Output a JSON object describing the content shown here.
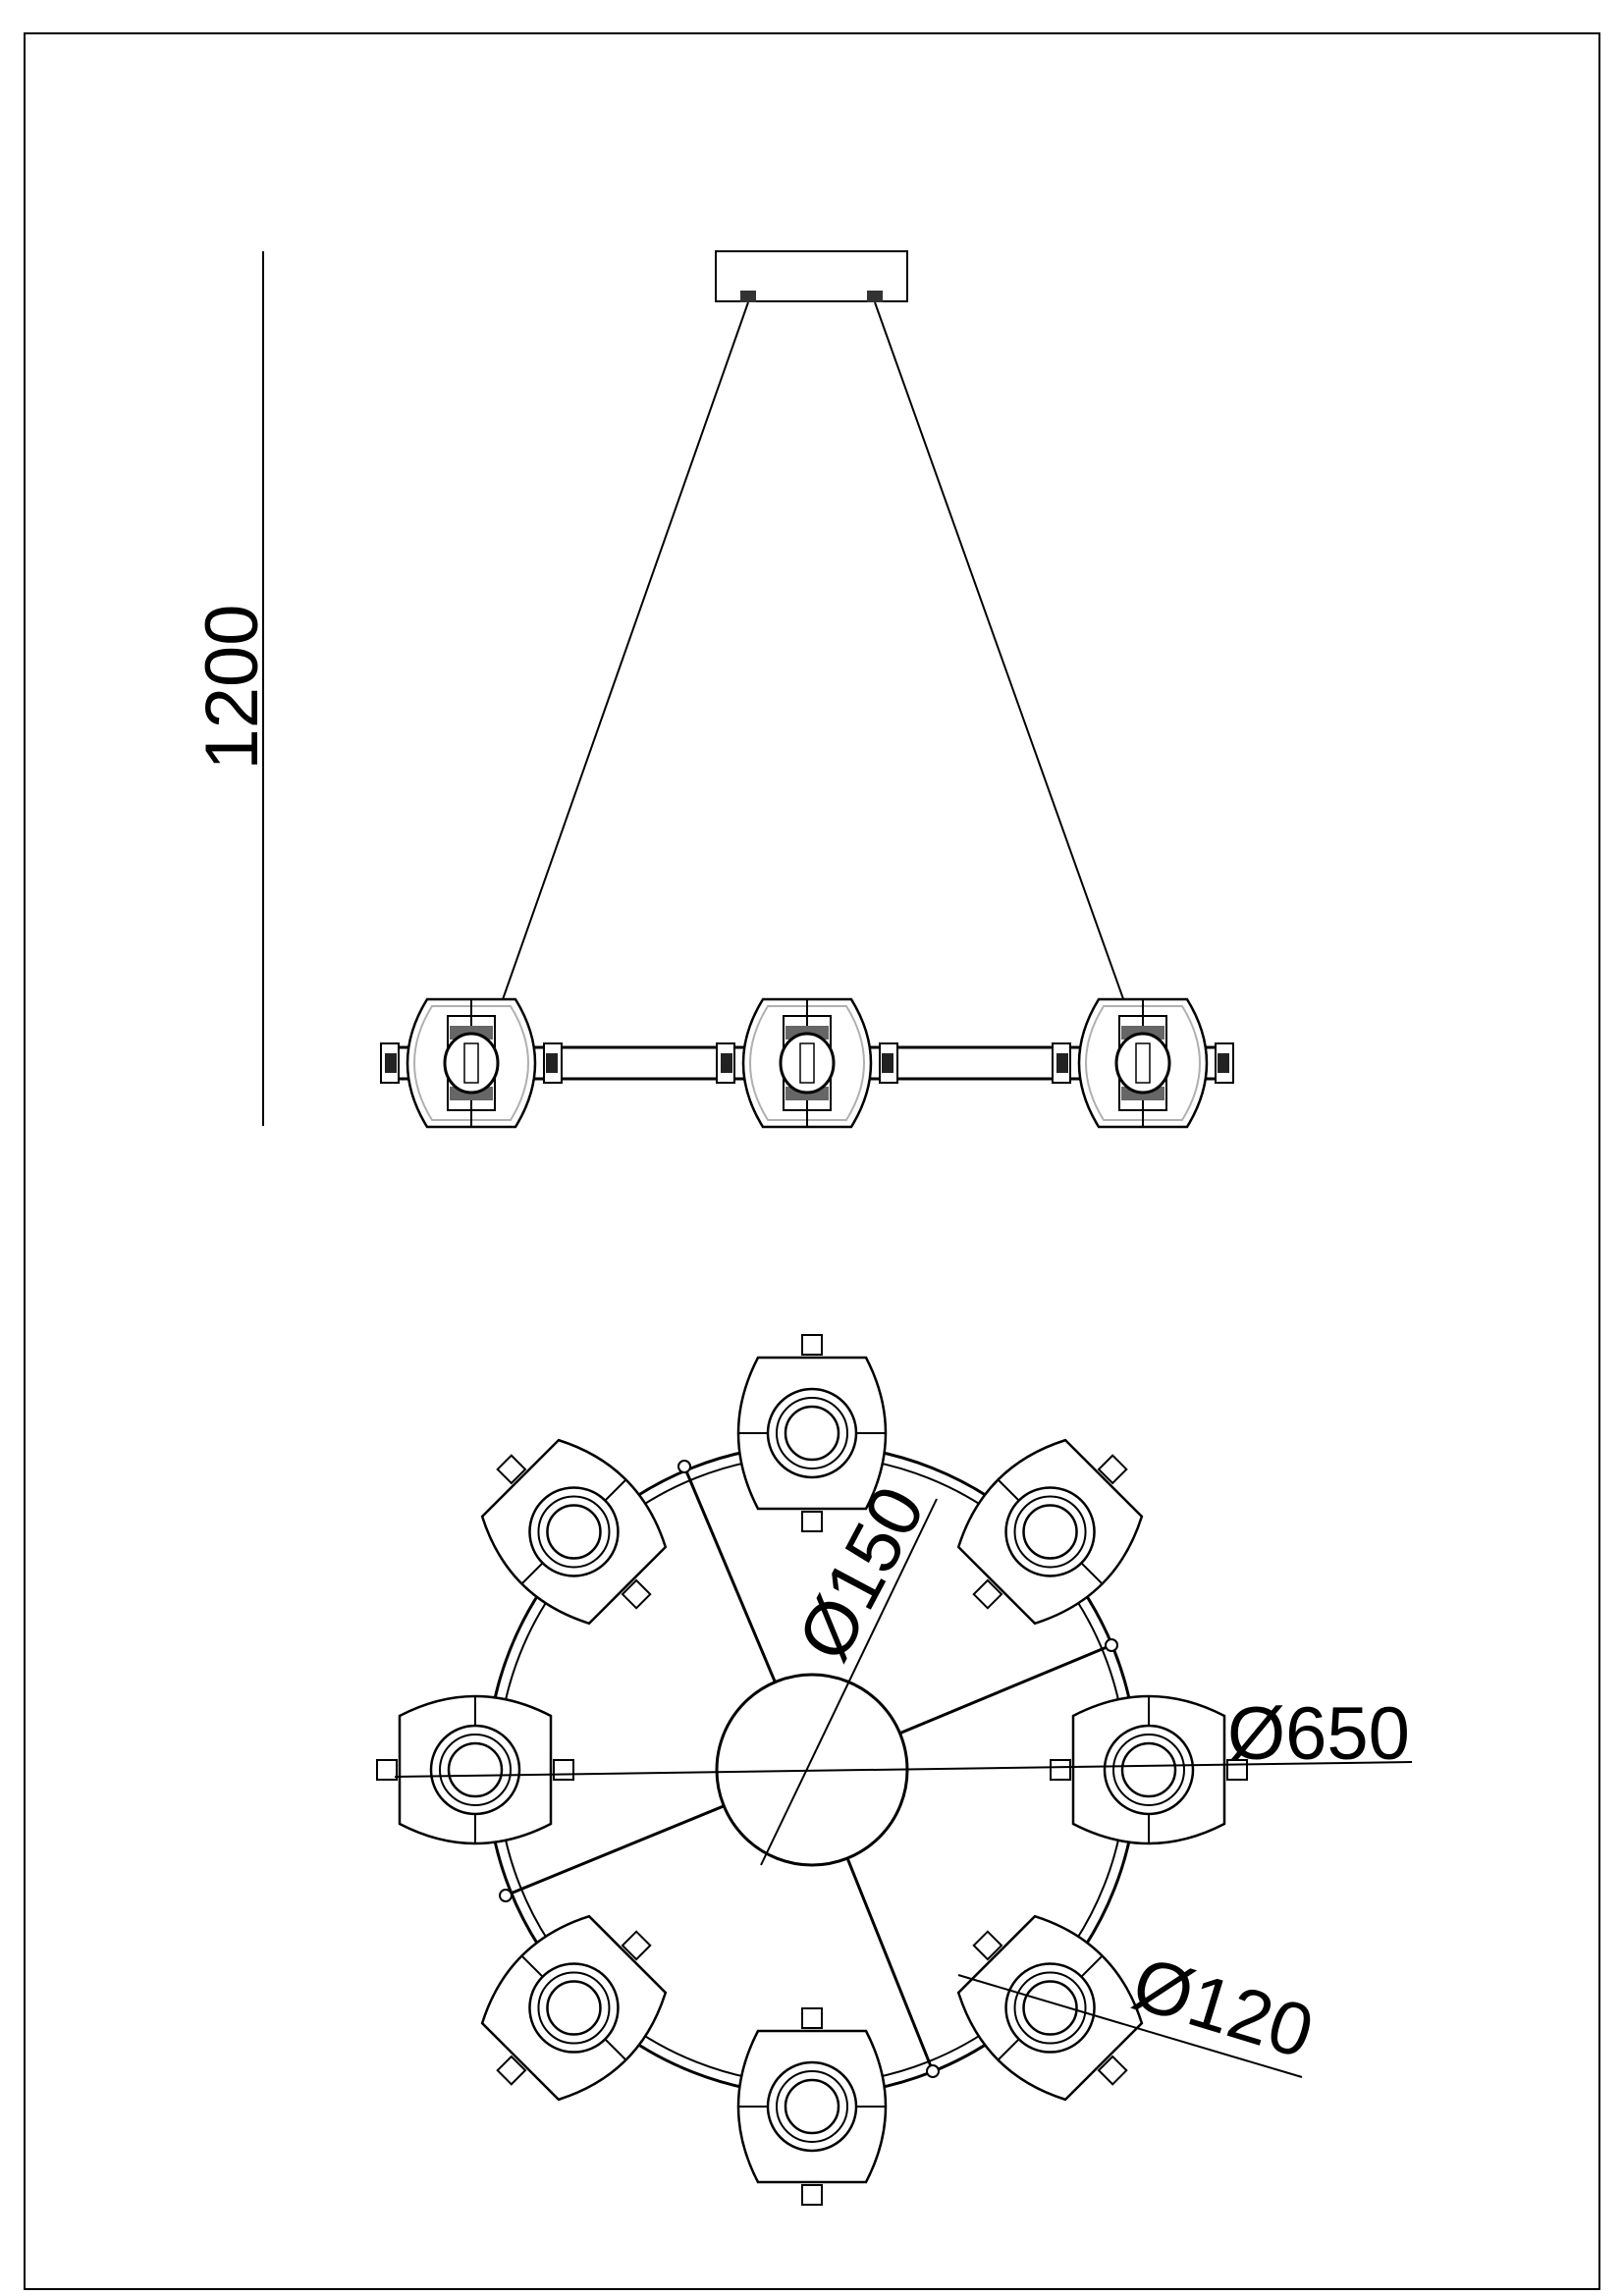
{
  "drawing": {
    "side_view": {
      "height_label": "1200",
      "lamp_count": 3
    },
    "top_view": {
      "canopy_diameter_label": "Ø150",
      "ring_diameter_label": "Ø650",
      "shade_diameter_label": "Ø120",
      "lamp_count": 8
    },
    "colors": {
      "line": "#000000",
      "shade_inner": "#b0b0b0",
      "fill_dark": "#666666"
    }
  }
}
